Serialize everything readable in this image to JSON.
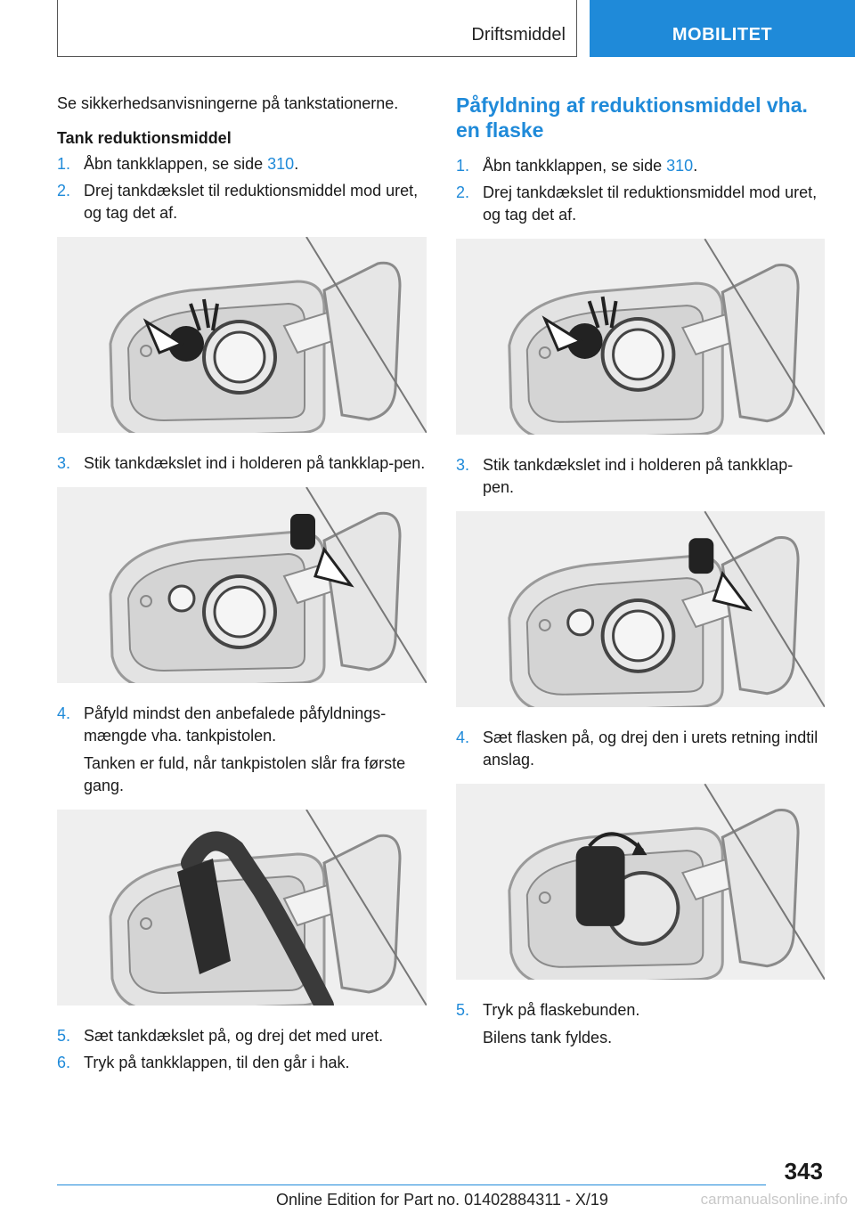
{
  "header": {
    "section": "Driftsmiddel",
    "chapter": "MOBILITET"
  },
  "left": {
    "intro": "Se sikkerhedsanvisningerne på tankstationerne.",
    "subheading": "Tank reduktionsmiddel",
    "steps": [
      {
        "num": "1.",
        "text_before": "Åbn tankklappen, se side ",
        "link": "310",
        "text_after": "."
      },
      {
        "num": "2.",
        "text": "Drej tankdækslet til reduktionsmiddel mod uret, og tag det af."
      },
      {
        "num": "3.",
        "text": "Stik tankdækslet ind i holderen på tankklap-pen."
      },
      {
        "num": "4.",
        "text": "Påfyld mindst den anbefalede påfyldnings-mængde vha. tankpistolen.",
        "note": "Tanken er fuld, når tankpistolen slår fra første gang."
      },
      {
        "num": "5.",
        "text": "Sæt tankdækslet på, og drej det med uret."
      },
      {
        "num": "6.",
        "text": "Tryk på tankklappen, til den går i hak."
      }
    ]
  },
  "right": {
    "title": "Påfyldning af reduktionsmiddel vha. en flaske",
    "steps": [
      {
        "num": "1.",
        "text_before": "Åbn tankklappen, se side ",
        "link": "310",
        "text_after": "."
      },
      {
        "num": "2.",
        "text": "Drej tankdækslet til reduktionsmiddel mod uret, og tag det af."
      },
      {
        "num": "3.",
        "text": "Stik tankdækslet ind i holderen på tankklap-pen."
      },
      {
        "num": "4.",
        "text": "Sæt flasken på, og drej den i urets retning indtil anslag."
      },
      {
        "num": "5.",
        "text": "Tryk på flaskebunden.",
        "note": "Bilens tank fyldes."
      }
    ]
  },
  "footer": {
    "page_number": "343",
    "edition": "Online Edition for Part no. 01402884311 - X/19",
    "watermark": "carmanualsonline.info"
  },
  "colors": {
    "accent": "#1f8ad9",
    "figure_bg": "#efefef"
  }
}
